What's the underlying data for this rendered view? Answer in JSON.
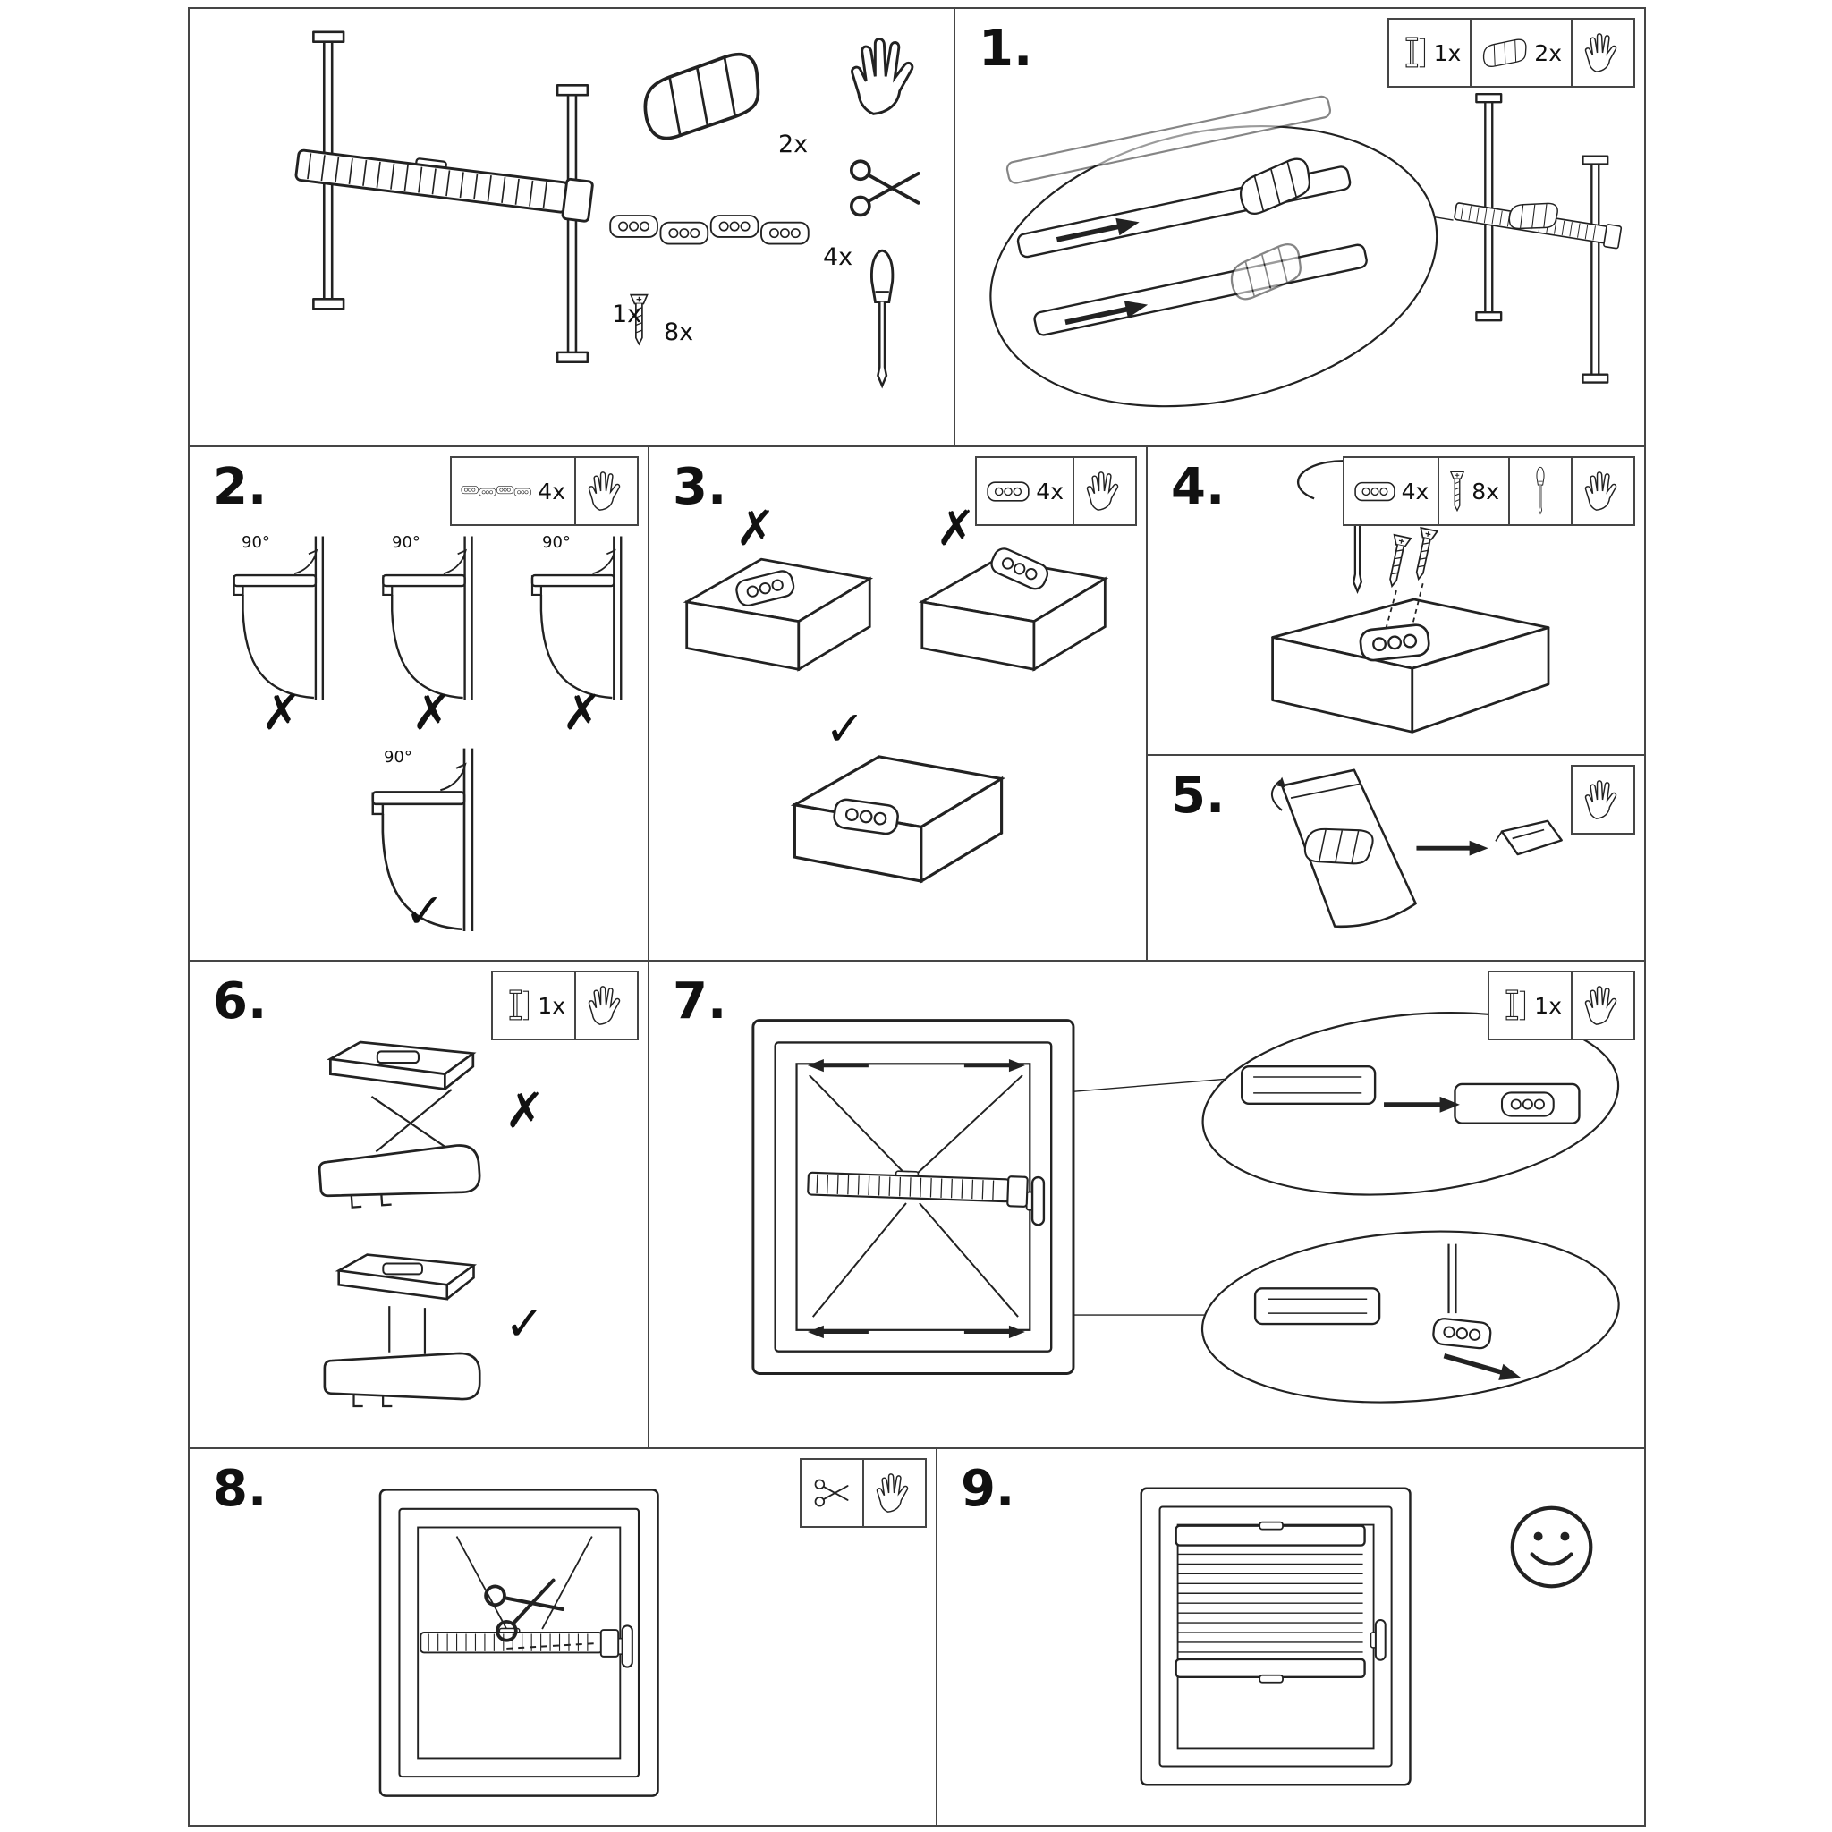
{
  "document": {
    "background": "#ffffff",
    "line_color": "#222222",
    "panel_border_color": "#454545"
  },
  "symbols": {
    "cross": "✗",
    "check": "✓",
    "right_angle": "90°"
  },
  "parts_overview": {
    "blind_qty": "1x",
    "clip_qty": "2x",
    "bracket_qty": "4x",
    "screw_qty": "8x"
  },
  "steps": [
    {
      "number": "1.",
      "tools": [
        {
          "icon": "blind-icon",
          "qty": "1x"
        },
        {
          "icon": "clip-icon",
          "qty": "2x"
        },
        {
          "icon": "hand-icon",
          "qty": ""
        }
      ]
    },
    {
      "number": "2.",
      "tools": [
        {
          "icon": "bracket-strip-icon",
          "qty": "4x"
        },
        {
          "icon": "hand-icon",
          "qty": ""
        }
      ]
    },
    {
      "number": "3.",
      "tools": [
        {
          "icon": "bracket-icon",
          "qty": "4x"
        },
        {
          "icon": "hand-icon",
          "qty": ""
        }
      ]
    },
    {
      "number": "4.",
      "tools": [
        {
          "icon": "bracket-icon",
          "qty": "4x"
        },
        {
          "icon": "screw-icon",
          "qty": "8x"
        },
        {
          "icon": "screwdriver-icon",
          "qty": ""
        },
        {
          "icon": "hand-icon",
          "qty": ""
        }
      ]
    },
    {
      "number": "5.",
      "tools": [
        {
          "icon": "hand-icon",
          "qty": ""
        }
      ]
    },
    {
      "number": "6.",
      "tools": [
        {
          "icon": "blind-icon",
          "qty": "1x"
        },
        {
          "icon": "hand-icon",
          "qty": ""
        }
      ]
    },
    {
      "number": "7.",
      "tools": [
        {
          "icon": "blind-icon",
          "qty": "1x"
        },
        {
          "icon": "hand-icon",
          "qty": ""
        }
      ]
    },
    {
      "number": "8.",
      "tools": [
        {
          "icon": "scissors-icon",
          "qty": ""
        },
        {
          "icon": "hand-icon",
          "qty": ""
        }
      ]
    },
    {
      "number": "9.",
      "tools": []
    }
  ]
}
